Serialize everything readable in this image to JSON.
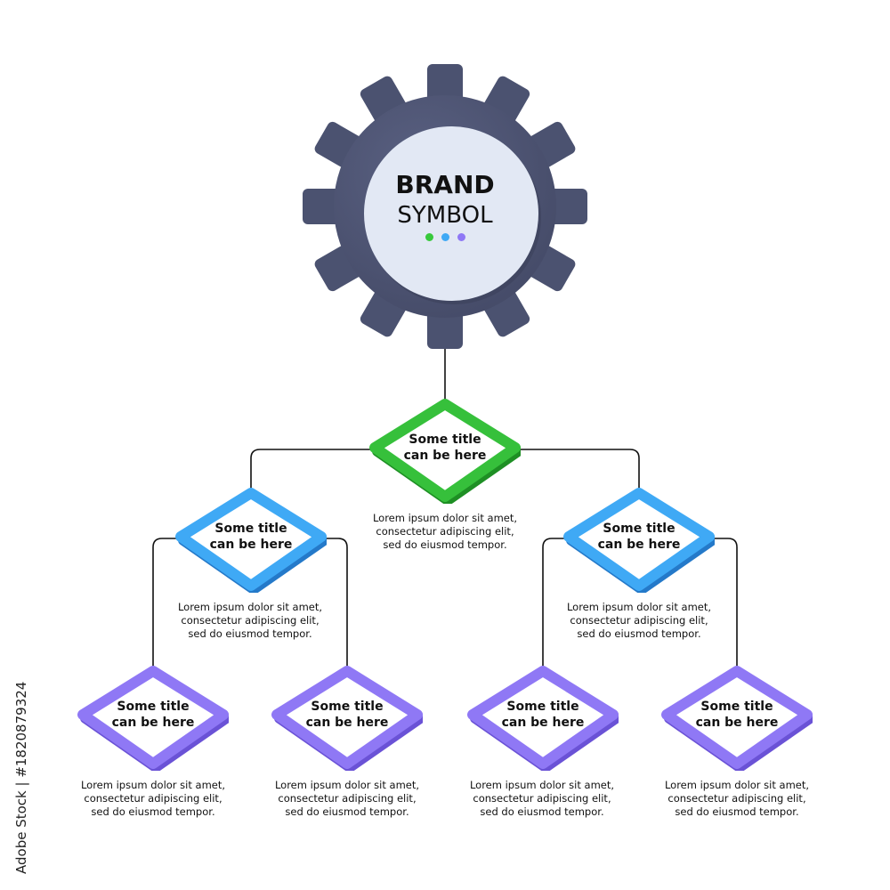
{
  "brand": {
    "line1": "BRAND",
    "line2": "SYMBOL",
    "gear_color": "#4b5270",
    "center_color": "#e2e8f4",
    "dot_colors": [
      "#37c93c",
      "#3fa9f5",
      "#8f78f5"
    ]
  },
  "colors": {
    "level1": "#36c03b",
    "level2": "#3fa9f5",
    "level3": "#8f78f5",
    "connector": "#111111"
  },
  "nodes": [
    {
      "id": "root",
      "title": "Some title\ncan be here",
      "desc": "Lorem ipsum dolor sit amet,\nconsectetur adipiscing elit,\nsed do eiusmod tempor."
    },
    {
      "id": "left",
      "title": "Some title\ncan be here",
      "desc": "Lorem ipsum dolor sit amet,\nconsectetur adipiscing elit,\nsed do eiusmod tempor."
    },
    {
      "id": "right",
      "title": "Some title\ncan be here",
      "desc": "Lorem ipsum dolor sit amet,\nconsectetur adipiscing elit,\nsed do eiusmod tempor."
    },
    {
      "id": "leaf1",
      "title": "Some title\ncan be here",
      "desc": "Lorem ipsum dolor sit amet,\nconsectetur adipiscing elit,\nsed do eiusmod tempor."
    },
    {
      "id": "leaf2",
      "title": "Some title\ncan be here",
      "desc": "Lorem ipsum dolor sit amet,\nconsectetur adipiscing elit,\nsed do eiusmod tempor."
    },
    {
      "id": "leaf3",
      "title": "Some title\ncan be here",
      "desc": "Lorem ipsum dolor sit amet,\nconsectetur adipiscing elit,\nsed do eiusmod tempor."
    },
    {
      "id": "leaf4",
      "title": "Some title\ncan be here",
      "desc": "Lorem ipsum dolor sit amet,\nconsectetur adipiscing elit,\nsed do eiusmod tempor."
    }
  ],
  "edges": [
    [
      "brand",
      "root"
    ],
    [
      "root",
      "left"
    ],
    [
      "root",
      "right"
    ],
    [
      "left",
      "leaf1"
    ],
    [
      "left",
      "leaf2"
    ],
    [
      "right",
      "leaf3"
    ],
    [
      "right",
      "leaf4"
    ]
  ],
  "credit": "Adobe Stock | #1820879324"
}
